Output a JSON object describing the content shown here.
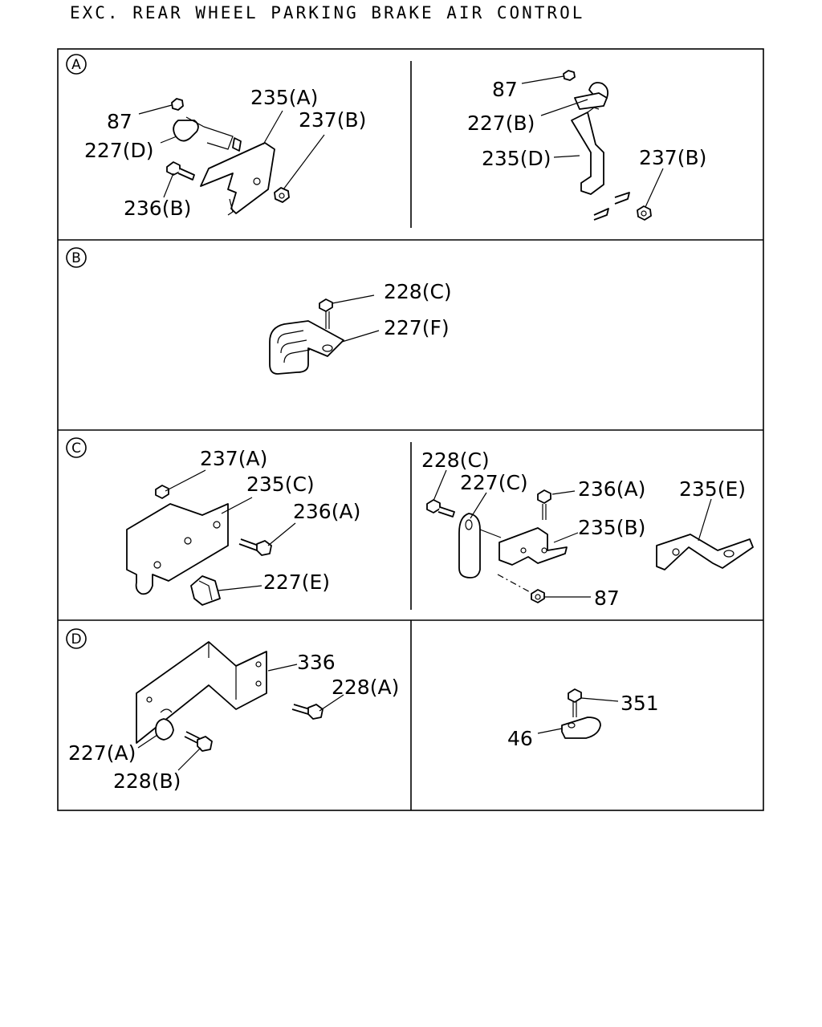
{
  "title": "EXC. REAR WHEEL PARKING BRAKE AIR CONTROL",
  "sections": {
    "A": "A",
    "B": "B",
    "C": "C",
    "D": "D"
  },
  "labels": {
    "a1_87": "87",
    "a1_227d": "227(D)",
    "a1_235a": "235(A)",
    "a1_237b": "237(B)",
    "a1_236b": "236(B)",
    "a2_87": "87",
    "a2_227b": "227(B)",
    "a2_235d": "235(D)",
    "a2_237b": "237(B)",
    "b_228c": "228(C)",
    "b_227f": "227(F)",
    "c1_237a": "237(A)",
    "c1_235c": "235(C)",
    "c1_236a": "236(A)",
    "c1_227e": "227(E)",
    "c2_228c": "228(C)",
    "c2_227c": "227(C)",
    "c2_236a": "236(A)",
    "c2_235b": "235(B)",
    "c2_235e": "235(E)",
    "c2_87": "87",
    "d1_336": "336",
    "d1_228a": "228(A)",
    "d1_227a": "227(A)",
    "d1_228b": "228(B)",
    "d2_351": "351",
    "d2_46": "46"
  }
}
